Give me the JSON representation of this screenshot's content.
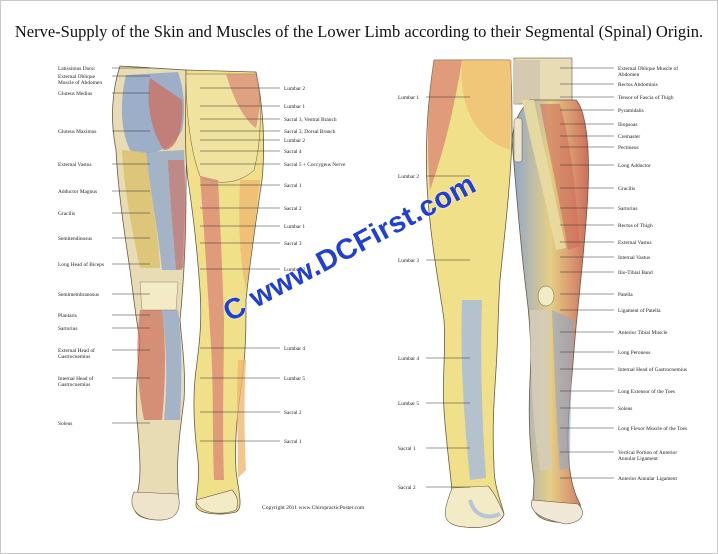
{
  "title": "Nerve-Supply of the Skin and Muscles of the Lower Limb according to their Segmental (Spinal) Origin.",
  "watermark": "C www.DCFirst.com",
  "copyright": "Copyright 2011 www.ChiropracticPoster.com",
  "posterior": {
    "muscles_left": [
      "Latissimus Dorsi",
      "External Oblique Muscle of Abdomen",
      "Gluteus Medius",
      "Gluteus Maximus",
      "External Vastus",
      "Adductor Magnus",
      "Gracilis",
      "Semitendinosus",
      "Long Head of Biceps",
      "Semimembranosus",
      "Plantaris",
      "Sartorius",
      "External Head of Gastrocnemius",
      "Internal Head of Gastrocnemius",
      "Soleus"
    ],
    "segments_right": [
      "Lumbar 2",
      "Lumbar 1",
      "Sacral 3, Ventral Branch",
      "Sacral 3, Dorsal Branch",
      "Lumbar 2",
      "Sacral 4",
      "Sacral 5 + Coccygeus Nerve",
      "Sacral 1",
      "Sacral 2",
      "Lumbar 1",
      "Sacral 3",
      "Lumbar 3",
      "Lumbar 4",
      "Lumbar 5",
      "Sacral 2",
      "Sacral 1"
    ]
  },
  "anterior": {
    "segments_left": [
      "Lumbar 1",
      "Lumbar 2",
      "Lumbar 3",
      "Lumbar 4",
      "Lumbar 5",
      "Sacral 1",
      "Sacral 2"
    ],
    "muscles_right": [
      "External Oblique Muscle of Abdomen",
      "Rectus Abdominis",
      "Tensor of Fascia of Thigh",
      "Pyramidalis",
      "Iliopsoas",
      "Cremaster",
      "Pectineus",
      "Long Adductor",
      "Gracilis",
      "Sartorius",
      "Rectus of Thigh",
      "External Vastus",
      "Internal Vastus",
      "Ilio-Tibial Band",
      "Patella",
      "Ligament of Patella",
      "Anterior Tibial Muscle",
      "Long Peroneus",
      "Internal Head of Gastrocnemius",
      "Long Extensor of the Toes",
      "Soleus",
      "Long Flexor Muscle of the Toes",
      "Vertical Portion of Anterior Annular Ligament",
      "Anterior Annular Ligament"
    ]
  },
  "colors": {
    "skin": "#f3ebc6",
    "yellow_zone": "#f1e08a",
    "orange_zone": "#f0b870",
    "red_zone": "#d98474",
    "blue_zone": "#a9bcd9",
    "muscle_red": "#cf6d5c",
    "muscle_blue": "#8fa6cc",
    "watermark": "#1f3fd6"
  }
}
